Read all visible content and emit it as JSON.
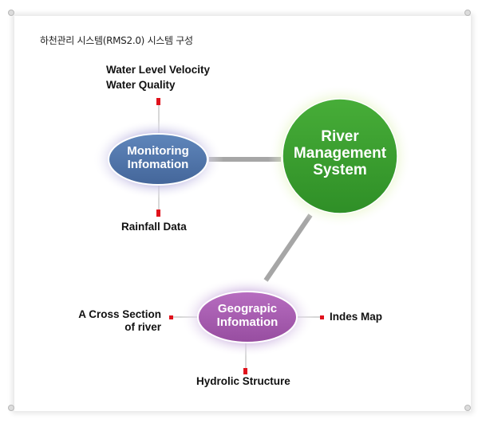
{
  "title": "하천관리 시스템(RMS2.0) 시스템 구성",
  "center": {
    "line1": "River",
    "line2": "Management",
    "line3": "System",
    "color": "#3a9c2e"
  },
  "monitoring": {
    "line1": "Monitoring",
    "line2": "Infomation",
    "color": "#4f74a8"
  },
  "geographic": {
    "line1": "Geograpic",
    "line2": "Infomation",
    "color": "#a85cb0"
  },
  "labels": {
    "water_level": "Water Level Velocity",
    "water_quality": "Water Quality",
    "rainfall": "Rainfall Data",
    "cross_section_1": "A Cross Section",
    "cross_section_2": "of river",
    "indes_map": "Indes Map",
    "hydrolic": "Hydrolic Structure"
  },
  "colors": {
    "connector": "#a6a6a6",
    "marker": "#e0121c"
  }
}
